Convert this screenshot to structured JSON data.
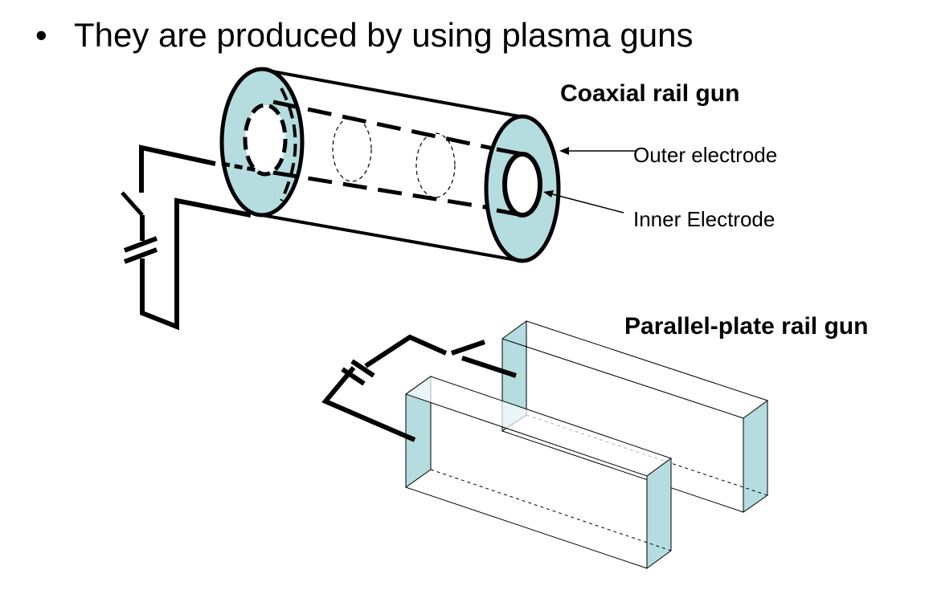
{
  "slide": {
    "bullet": "•",
    "text": "They are produced by using plasma guns"
  },
  "coaxial": {
    "title": "Coaxial rail gun",
    "outer_label": "Outer electrode",
    "inner_label": "Inner Electrode"
  },
  "parallel": {
    "title": "Parallel-plate rail gun"
  },
  "colors": {
    "fill": "#b5dcdf",
    "stroke": "#000000"
  }
}
